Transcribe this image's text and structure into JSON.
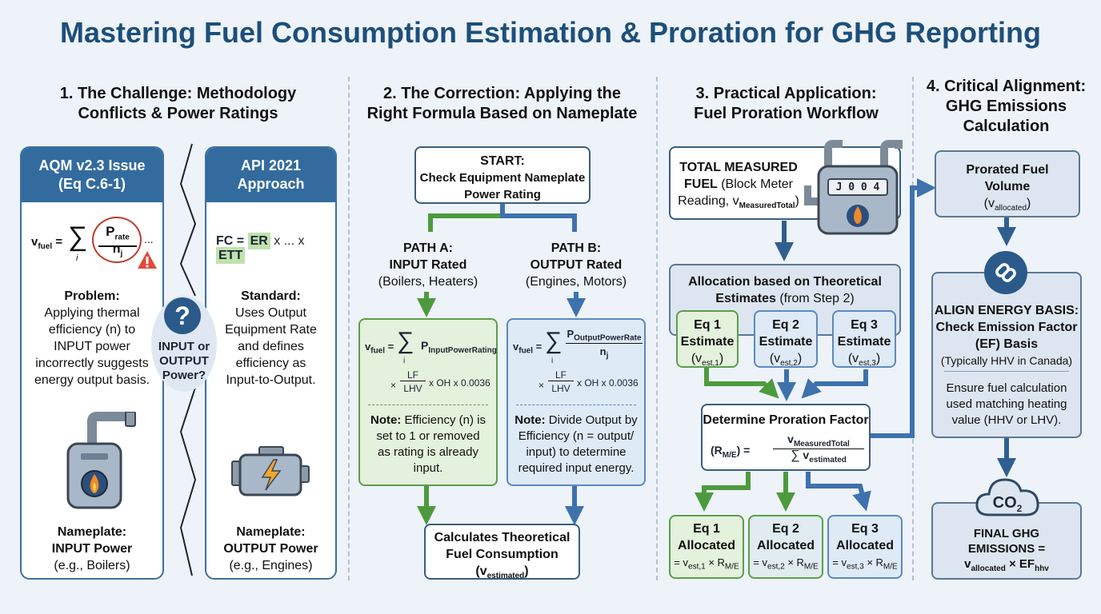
{
  "title": "Mastering Fuel Consumption Estimation & Proration for GHG Reporting",
  "sections": [
    {
      "l1": "1. The Challenge: Methodology",
      "l2": "Conflicts & Power Ratings"
    },
    {
      "l1": "2. The Correction: Applying the",
      "l2": "Right Formula Based on Nameplate"
    },
    {
      "l1": "3. Practical Application:",
      "l2": "Fuel Proration Workflow"
    },
    {
      "l1": "4. Critical Alignment:",
      "l2": "GHG Emissions",
      "l3": "Calculation"
    }
  ],
  "s1": {
    "aqm": {
      "h1": "AQM v2.3 Issue",
      "h2": "(Eq C.6-1)",
      "f_lhs": "v",
      "f_lhs_sub": "fuel",
      "f_eq": "=",
      "f_sum": "∑",
      "f_i": "i",
      "f_num": "P",
      "f_num_sub": "rate",
      "f_den": "n",
      "f_den_sub": "j",
      "f_dots": "...",
      "problem_label": "Problem:",
      "problem_lines": [
        "Applying thermal",
        "efficiency (n) to",
        "INPUT power",
        "incorrectly suggests",
        "energy output basis."
      ],
      "nameplate_label": "Nameplate:",
      "nameplate_type": "INPUT Power",
      "nameplate_example": "(e.g., Boilers)"
    },
    "api": {
      "h1": "API 2021",
      "h2": "Approach",
      "f_fc": "FC =",
      "f_er": "ER",
      "f_mid": "x ... x",
      "f_ett": "ETT",
      "standard_label": "Standard:",
      "standard_lines": [
        "Uses Output",
        "Equipment Rate",
        "and defines",
        "efficiency as",
        "Input-to-Output."
      ],
      "nameplate_label": "Nameplate:",
      "nameplate_type": "OUTPUT Power",
      "nameplate_example": "(e.g., Engines)"
    },
    "question": {
      "mark": "?",
      "l1": "INPUT or",
      "l2": "OUTPUT",
      "l3": "Power?"
    }
  },
  "s2": {
    "start": {
      "l1": "START:",
      "l2": "Check Equipment Nameplate",
      "l3": "Power Rating"
    },
    "path_a": {
      "l1": "PATH A:",
      "l2": "INPUT Rated",
      "l3": "(Boilers, Heaters)",
      "f_lhs": "v",
      "f_lhs_sub": "fuel",
      "f_sum": "∑",
      "f_i": "i",
      "f_p": "P",
      "f_p_sub": "InputPowerRating",
      "f_x": "×",
      "f_lf": "LF",
      "f_lhv": "LHV",
      "f_tail": "x OH x 0.0036",
      "note_label": "Note:",
      "note_lines": [
        " Efficiency (n) is",
        "set to 1 or removed",
        "as rating is already",
        "input."
      ]
    },
    "path_b": {
      "l1": "PATH B:",
      "l2": "OUTPUT Rated",
      "l3": "(Engines, Motors)",
      "f_lhs": "v",
      "f_lhs_sub": "fuel",
      "f_sum": "∑",
      "f_i": "i",
      "f_p": "P",
      "f_p_sub": "OutputPowerRate",
      "f_n": "n",
      "f_n_sub": "j",
      "f_x": "×",
      "f_lf": "LF",
      "f_lhv": "LHV",
      "f_tail": "x OH x 0.0036",
      "note_label": "Note:",
      "note_lines": [
        " Divide Output by",
        "Efficiency (n = output/",
        "input) to determine",
        "required input energy."
      ]
    },
    "result": {
      "l1": "Calculates Theoretical",
      "l2": "Fuel Consumption",
      "l3_v": "v",
      "l3_sub": "estimated"
    }
  },
  "s3": {
    "total": {
      "l1": "TOTAL MEASURED",
      "l2_b": "FUEL",
      "l2_r": " (Block Meter",
      "l3": "Reading, v",
      "l3_sub": "MeasuredTotal",
      "l3_end": ")"
    },
    "meter_digits": "J 0 0 4",
    "alloc": {
      "l1": "Allocation based on Theoretical",
      "l2_b": "Estimates",
      "l2_r": " (from Step 2)"
    },
    "estimates": [
      {
        "l1": "Eq 1",
        "l2": "Estimate",
        "v": "v",
        "sub": "est,1"
      },
      {
        "l1": "Eq 2",
        "l2": "Estimate",
        "v": "v",
        "sub": "est,2"
      },
      {
        "l1": "Eq 3",
        "l2": "Estimate",
        "v": "v",
        "sub": "est,3"
      }
    ],
    "proration": {
      "label": "Determine Proration Factor",
      "r": "R",
      "r_sub": "M/E",
      "num": "v",
      "num_sub": "MeasuredTotal",
      "den_sum": "∑",
      "den": "v",
      "den_sub": "estimated"
    },
    "allocated": [
      {
        "l1": "Eq 1",
        "l2": "Allocated",
        "eq": "= v",
        "eq_sub": "est,1",
        "eq_mid": " × R",
        "eq_sub2": "M/E"
      },
      {
        "l1": "Eq 2",
        "l2": "Allocated",
        "eq": "= v",
        "eq_sub": "est,2",
        "eq_mid": " × R",
        "eq_sub2": "M/E"
      },
      {
        "l1": "Eq 3",
        "l2": "Allocated",
        "eq": "= v",
        "eq_sub": "est,3",
        "eq_mid": " × R",
        "eq_sub2": "M/E"
      }
    ]
  },
  "s4": {
    "prorated": {
      "l1": "Prorated Fuel",
      "l2": "Volume",
      "v": "v",
      "sub": "allocated"
    },
    "align": {
      "l1": "ALIGN ENERGY BASIS:",
      "l2": "Check Emission Factor",
      "l3": "(EF) Basis",
      "l4": "(Typically HHV in Canada)",
      "e1": "Ensure fuel calculation",
      "e2": "used matching heating",
      "e3": "value (HHV or LHV)."
    },
    "co2": {
      "t": "CO",
      "sub": "2"
    },
    "final": {
      "l1": "FINAL GHG",
      "l2": "EMISSIONS =",
      "v": "v",
      "v_sub": "allocated",
      "x": " × EF",
      "ef_sub": "hhv"
    }
  },
  "colors": {
    "title": "#1d4f7a",
    "header": "#336b9e",
    "green_arrow": "#4d9a3e",
    "blue_arrow": "#3d72ad",
    "navy_arrow": "#2f5f8f"
  }
}
